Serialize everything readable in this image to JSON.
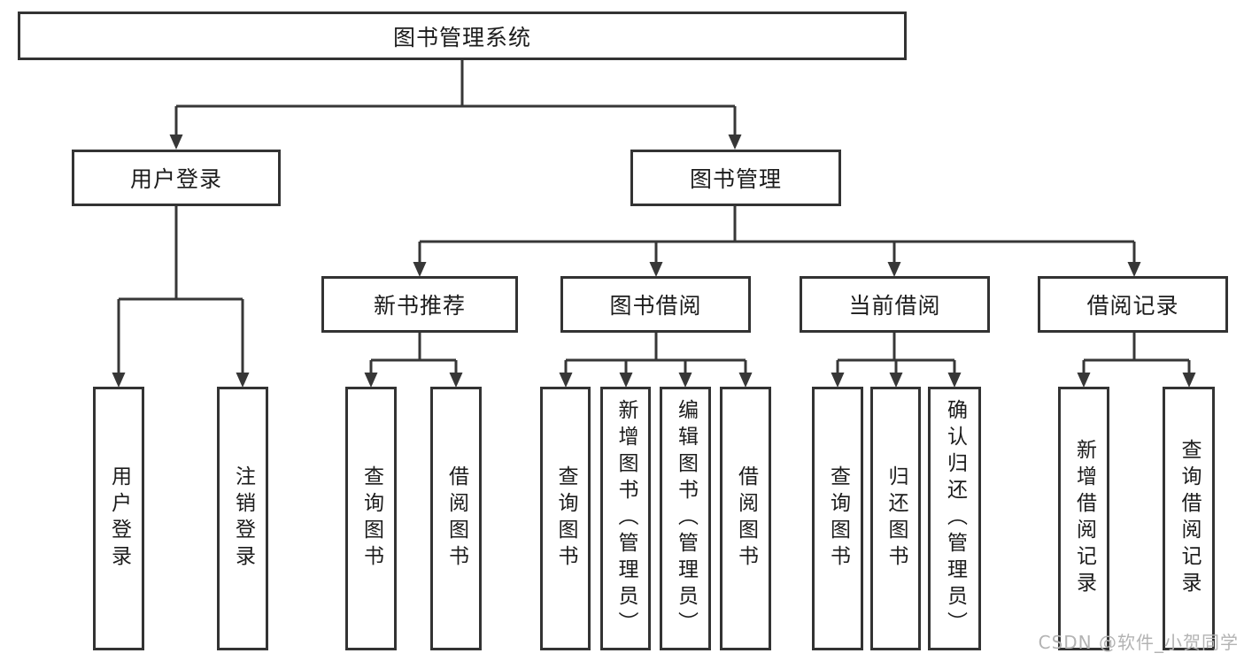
{
  "root": {
    "label": "图书管理系统"
  },
  "level2": {
    "user_login": {
      "label": "用户登录"
    },
    "book_mgmt": {
      "label": "图书管理"
    }
  },
  "level3": {
    "new_books": {
      "label": "新书推荐"
    },
    "borrow": {
      "label": "图书借阅"
    },
    "current": {
      "label": "当前借阅"
    },
    "records": {
      "label": "借阅记录"
    }
  },
  "leaves": {
    "login": {
      "label": "用户登录"
    },
    "logout": {
      "label": "注销登录"
    },
    "nb_query": {
      "label": "查询图书"
    },
    "nb_borrow": {
      "label": "借阅图书"
    },
    "bw_query": {
      "label": "查询图书"
    },
    "bw_add": {
      "label": "新增图书（管理员）"
    },
    "bw_edit": {
      "label": "编辑图书（管理员）"
    },
    "bw_borrow": {
      "label": "借阅图书"
    },
    "cur_query": {
      "label": "查询图书"
    },
    "cur_return": {
      "label": "归还图书"
    },
    "cur_confirm": {
      "label": "确认归还（管理员）"
    },
    "rec_add": {
      "label": "新增借阅记录"
    },
    "rec_query": {
      "label": "查询借阅记录"
    }
  },
  "watermark": {
    "text": "CSDN @软件_小贺同学"
  },
  "colors": {
    "line": "#373737",
    "box_border": "#333333",
    "text": "#1c1c1c",
    "watermark": "#b3b3b3",
    "background": "#ffffff"
  }
}
